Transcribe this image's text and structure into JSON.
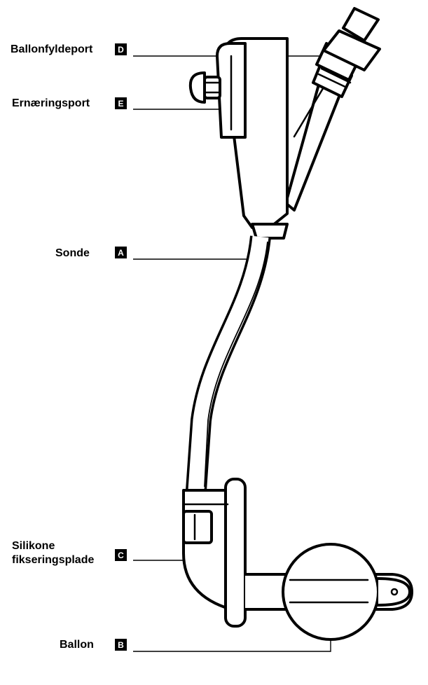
{
  "callouts": [
    {
      "id": "ballonfyldeport",
      "text": "Ballonfyldeport",
      "badge": "D"
    },
    {
      "id": "ernaeringsport",
      "text": "Ernæringsport",
      "badge": "E"
    },
    {
      "id": "sonde",
      "text": "Sonde",
      "badge": "A"
    },
    {
      "id": "silikone",
      "text_line1": "Silikone",
      "text_line2": "fikseringsplade",
      "badge": "C"
    },
    {
      "id": "ballon",
      "text": "Ballon",
      "badge": "B"
    }
  ]
}
